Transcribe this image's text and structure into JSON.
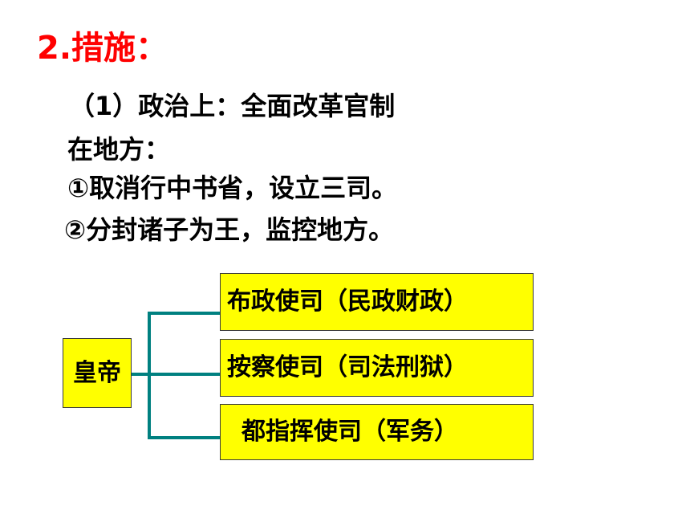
{
  "slide": {
    "heading": "2.措施：",
    "lines": [
      "（1）政治上：全面改革官制",
      "在地方：",
      "①取消行中书省，设立三司。",
      "②分封诸子为王，监控地方。"
    ]
  },
  "diagram": {
    "root": "皇帝",
    "branches": [
      "布政使司（民政财政）",
      "按察使司（司法刑狱）",
      "都指挥使司（军务）"
    ],
    "colors": {
      "heading": "#ff0000",
      "box_fill": "#ffff00",
      "connector": "#008080"
    }
  }
}
